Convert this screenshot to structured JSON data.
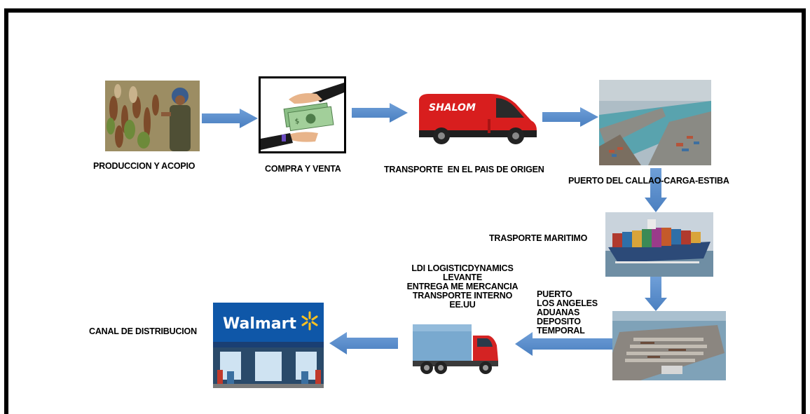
{
  "steps": {
    "produccion": "PRODUCCION Y ACOPIO",
    "compra": "COMPRA Y VENTA",
    "transporte_origen": "TRANSPORTE  EN EL PAIS DE ORIGEN",
    "puerto_callao": "PUERTO DEL CALLAO-CARGA-ESTIBA",
    "maritimo": "TRASPORTE MARITIMO",
    "puerto_la": [
      "PUERTO",
      "LOS ANGELES",
      "ADUANAS",
      "DEPOSITO",
      "TEMPORAL"
    ],
    "ldi": [
      "LDI LOGISTICDYNAMICS",
      "LEVANTE",
      "ENTREGA ME MERCANCIA",
      "TRANSPORTE INTERNO",
      "EE.UU"
    ],
    "canal": "CANAL DE DISTRIBUCION"
  },
  "images": {
    "van_brand": "SHALOM",
    "store_brand": "Walmart"
  },
  "colors": {
    "arrow": "#5b8fce",
    "van_red": "#d81e1e",
    "walmart_blue": "#0f57a8",
    "walmart_yellow": "#ffc220"
  }
}
